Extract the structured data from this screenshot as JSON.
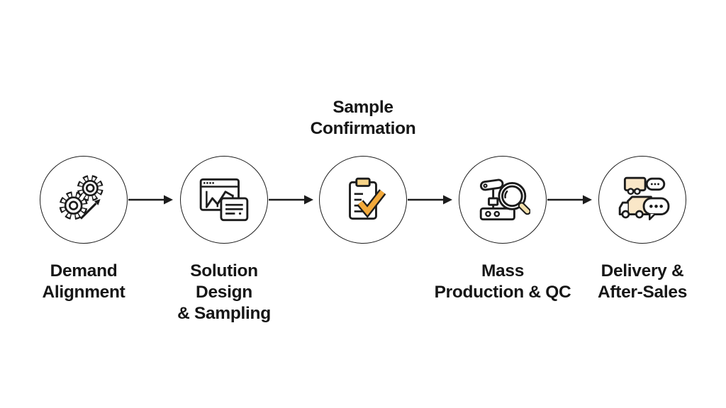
{
  "colors": {
    "line": "#1c1c1c",
    "check_orange": "#F2A93B",
    "clip_amber": "#F7D488",
    "fill_tan": "#FAE7C8",
    "handle_tan": "#F3E0AC"
  },
  "diagram": {
    "connector": "arrow-right",
    "steps": [
      {
        "icon": "gears-growth-icon",
        "label_position": "below",
        "label_lines": [
          "Demand",
          "Alignment"
        ]
      },
      {
        "icon": "browser-chart-note-icon",
        "label_position": "below",
        "label_lines": [
          "Solution",
          "Design",
          "& Sampling"
        ]
      },
      {
        "icon": "clipboard-check-icon",
        "label_position": "above",
        "label_lines": [
          "Sample",
          "Confirmation"
        ]
      },
      {
        "icon": "machine-magnifier-icon",
        "label_position": "below",
        "label_lines": [
          "Mass",
          "Production & QC"
        ]
      },
      {
        "icon": "trucks-chat-icon",
        "label_position": "below",
        "label_lines": [
          "Delivery &",
          "After-Sales"
        ]
      }
    ]
  }
}
